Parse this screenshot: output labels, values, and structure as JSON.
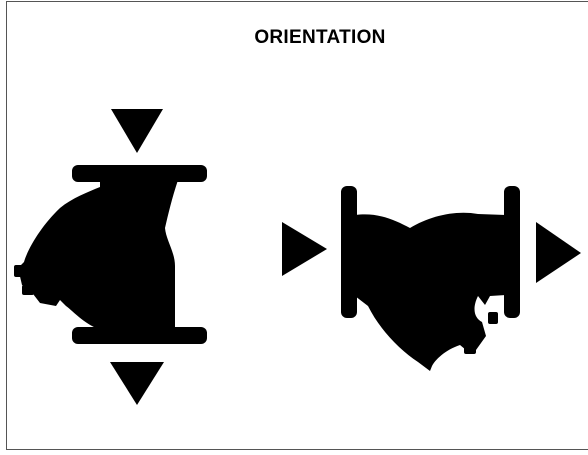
{
  "title": "ORIENTATION",
  "colors": {
    "fill": "#000000",
    "background": "#ffffff",
    "frame": "#555555"
  },
  "diagram": {
    "left_figure": {
      "name": "y-strainer-vertical",
      "flow_direction": "downward",
      "arrows": [
        "arrow-down",
        "arrow-down"
      ]
    },
    "right_figure": {
      "name": "y-strainer-horizontal",
      "flow_direction": "left-to-right",
      "arrows": [
        "arrow-right",
        "arrow-right"
      ]
    }
  }
}
